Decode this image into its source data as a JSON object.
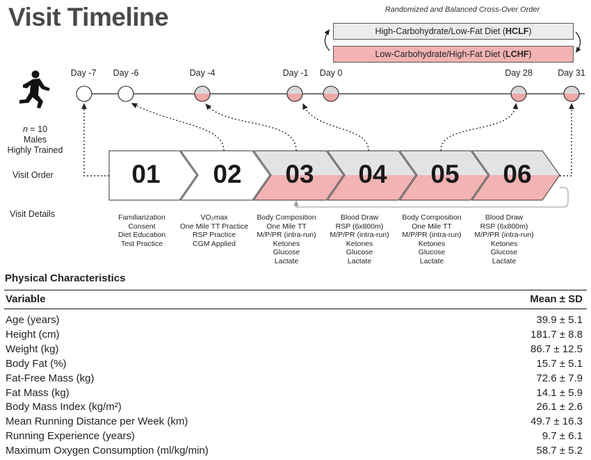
{
  "title": "Visit Timeline",
  "randomized_label": "Randomized and Balanced Cross-Over Order",
  "diets": {
    "hclf": {
      "prefix": "High-Carbohydrate/Low-Fat Diet (",
      "code": "HCLF",
      "suffix": ")"
    },
    "lchf": {
      "prefix": "Low-Carbohydrate/High-Fat Diet (",
      "code": "LCHF",
      "suffix": ")"
    }
  },
  "days": [
    "Day -7",
    "Day -6",
    "Day -4",
    "Day -1",
    "Day 0",
    "Day 28",
    "Day 31"
  ],
  "participants": {
    "n_prefix": "n",
    "n_value": " = 10",
    "sex": "Males",
    "status": "Highly Trained"
  },
  "visit_order_label": "Visit Order",
  "visit_details_label": "Visit Details",
  "visits": [
    "01",
    "02",
    "03",
    "04",
    "05",
    "06"
  ],
  "visit_details": [
    [
      "Familiarization",
      "Consent",
      "Diet Education",
      "Test Practice"
    ],
    [
      "VO₂max",
      "One Mile TT Practice",
      "RSP Practice",
      "CGM Applied"
    ],
    [
      "Body Composition",
      "One Mile TT",
      "M/P/PR (intra-run)",
      "Ketones",
      "Glucose",
      "Lactate"
    ],
    [
      "Blood Draw",
      "RSP (6x800m)",
      "M/P/PR (intra-run)",
      "Ketones",
      "Glucose",
      "Lactate"
    ],
    [
      "Body Composition",
      "One Mile TT",
      "M/P/PR (intra-run)",
      "Ketones",
      "Glucose",
      "Lactate"
    ],
    [
      "Blood Draw",
      "RSP (6x800m)",
      "M/P/PR (intra-run)",
      "Ketones",
      "Glucose",
      "Lactate"
    ]
  ],
  "physical": {
    "title": "Physical Characteristics",
    "header": {
      "variable": "Variable",
      "value": "Mean ± SD"
    },
    "rows": [
      {
        "variable": "Age (years)",
        "value": "39.9 ± 5.1"
      },
      {
        "variable": "Height (cm)",
        "value": "181.7 ± 8.8"
      },
      {
        "variable": "Weight (kg)",
        "value": "86.7 ± 12.5"
      },
      {
        "variable": "Body Fat (%)",
        "value": "15.7 ± 5.1"
      },
      {
        "variable": "Fat-Free Mass (kg)",
        "value": "72.6 ± 7.9"
      },
      {
        "variable": "Fat Mass (kg)",
        "value": "14.1 ± 5.9"
      },
      {
        "variable": "Body Mass Index (kg/m²)",
        "value": "26.1 ± 2.6"
      },
      {
        "variable": "Mean Running Distance per Week (km)",
        "value": "49.7 ± 16.3"
      },
      {
        "variable": "Running Experience (years)",
        "value": "9.7 ± 6.1"
      },
      {
        "variable": "Maximum Oxygen Consumption (ml/kg/min)",
        "value": "58.7 ± 5.2"
      }
    ]
  },
  "colors": {
    "hclf": "#ececec",
    "lchf": "#f2b3b3",
    "circle_gray": "#d9d9d9",
    "circle_pink": "#f0a7a7",
    "title": "#4a4a4a"
  }
}
